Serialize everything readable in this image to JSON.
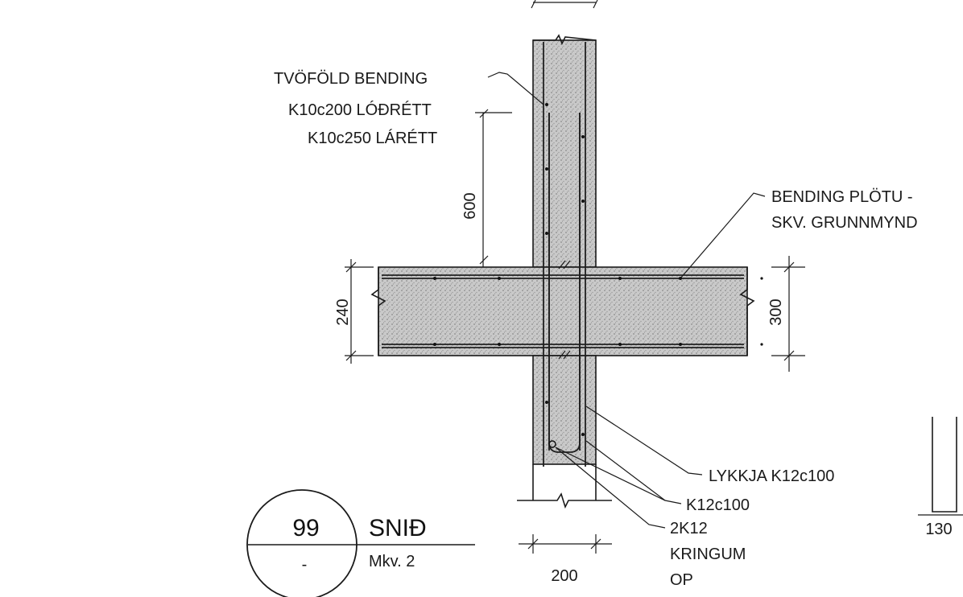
{
  "labels": {
    "twofold_reinforcement": "TVÖFÖLD BENDING",
    "vertical_bars": "K10c200 LÓÐRÉTT",
    "horizontal_bars": "K10c250 LÁRÉTT",
    "slab_reinforcement_line1": "BENDING PLÖTU -",
    "slab_reinforcement_line2": "SKV. GRUNNMYND",
    "loop": "LYKKJA K12c100",
    "bars_k12": "K12c100",
    "opening_bars_line1": "2K12",
    "opening_bars_line2": "KRINGUM",
    "opening_bars_line3": "OP"
  },
  "dimensions": {
    "lap_length": "600",
    "slab_thickness_left": "240",
    "slab_thickness_right": "300",
    "wall_thickness": "200",
    "side_detail": "130"
  },
  "title_block": {
    "detail_number": "99",
    "sheet_ref": "-",
    "title": "SNIÐ",
    "scale": "Mkv. 2"
  },
  "colors": {
    "concrete_fill": "#c4c4c4",
    "line": "#1a1a1a"
  }
}
